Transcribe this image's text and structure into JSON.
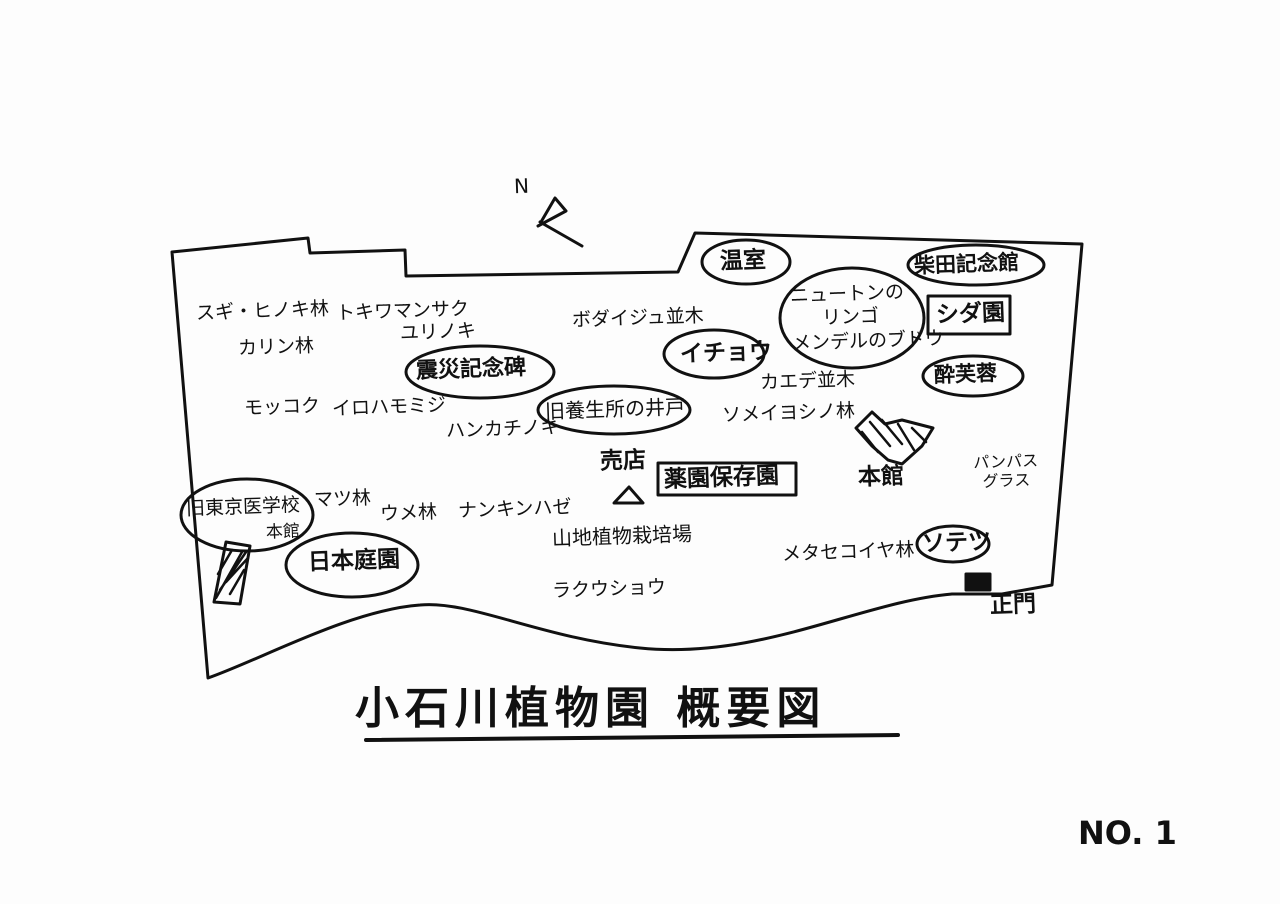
{
  "north": "N",
  "title": "小石川植物園 概要図",
  "sheet_number": "NO. 1",
  "labels": {
    "sugi_hinoki": "スギ・ヒノキ林",
    "karin": "カリン林",
    "tokiwamansaku": "トキワマンサク",
    "yurinoki": "ユリノキ",
    "shinsai": "震災記念碑",
    "mokkoku": "モッコク",
    "irohamomiji": "イロハモミジ",
    "hankachinoki": "ハンカチノキ",
    "old_hall": "旧養生所の井戸",
    "bodaiju": "ボダイジュ並木",
    "icho": "イチョウ",
    "onshitsu": "温室",
    "shibata": "柴田記念館",
    "newton_1": "ニュートンの",
    "newton_2": "リンゴ",
    "newton_3": "メンデルのブドウ",
    "shidaen": "シダ園",
    "suifuyo": "酔芙蓉",
    "kaede": "カエデ並木",
    "someiyoshino": "ソメイヨシノ林",
    "honkan": "本館",
    "pampas": "パンパスグラス",
    "baiten": "売店",
    "yakuen": "薬園保存園",
    "old_school_1": "旧東京医学校",
    "old_school_2": "本館",
    "matsu": "マツ林",
    "ume": "ウメ林",
    "nankinhaze": "ナンキンハゼ",
    "nihon_teien": "日本庭園",
    "sanchi": "山地植物栽培場",
    "rakuusho": "ラクウショウ",
    "metasequoia": "メタセコイヤ林",
    "sotetsu": "ソテツ",
    "seimon": "正門"
  }
}
